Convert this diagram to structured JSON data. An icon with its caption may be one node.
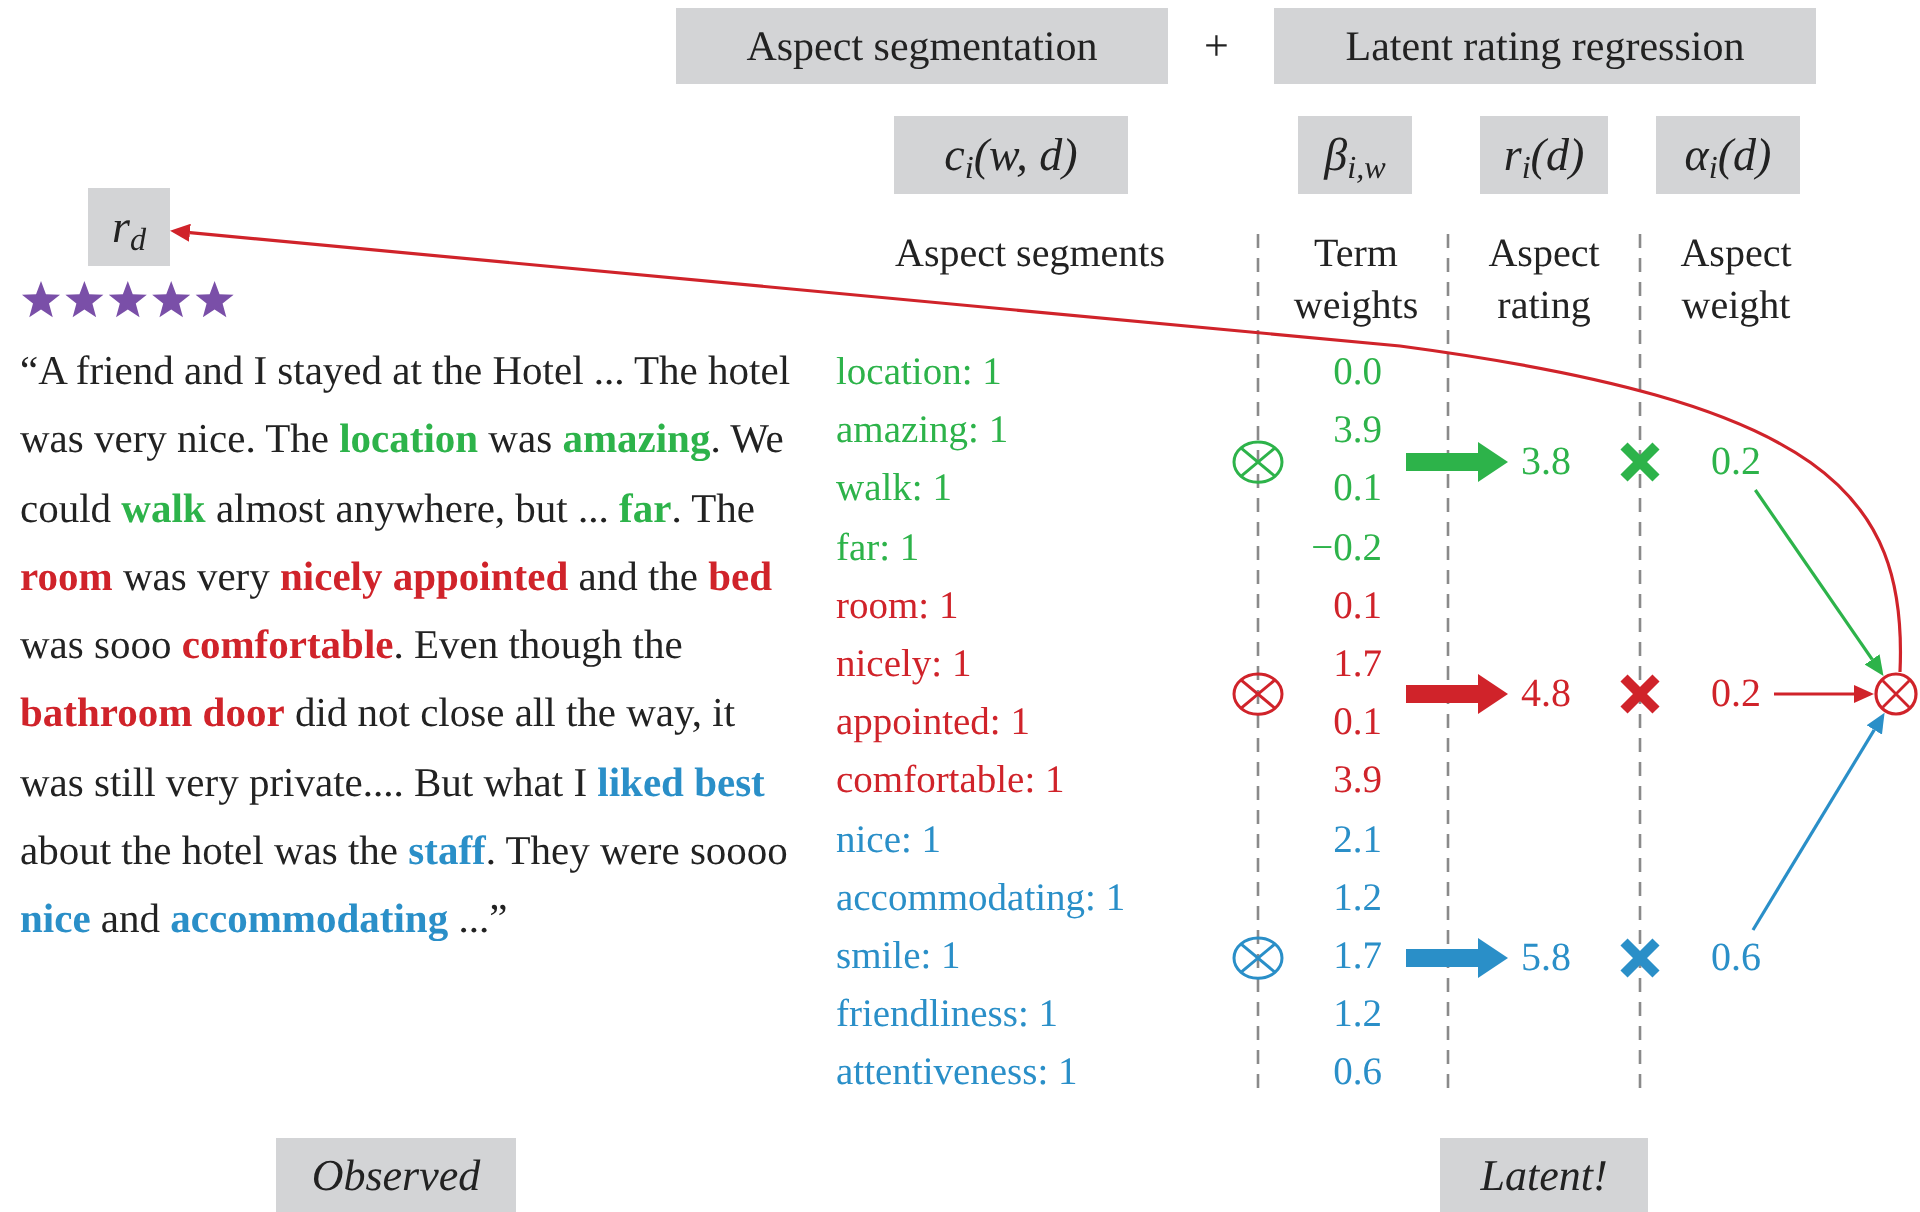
{
  "diagram": {
    "nodes": [
      {
        "text": [
          "Aspect segmentation"
        ]
      },
      {
        "text": [
          "Latent rating regression"
        ]
      },
      {
        "text": [
          "c$_{i}$(w, d)"
        ]
      },
      {
        "text": [
          "β$_{i,w}$"
        ]
      },
      {
        "text": [
          "r$_{i}$(d)"
        ]
      },
      {
        "text": [
          "α$_{i}$(d)"
        ]
      },
      {
        "text": [
          "r$_{d}$"
        ]
      },
      {
        "text": [
          "3.8"
        ]
      },
      {
        "text": [
          "0.2"
        ]
      },
      {
        "text": [
          "4.8"
        ]
      },
      {
        "text": [
          "0.2"
        ]
      },
      {
        "text": [
          "5.8"
        ]
      },
      {
        "text": [
          "0.6"
        ]
      },
      {
        "text": [],
        "shape": "circle"
      },
      {
        "text": [
          "Observed"
        ]
      },
      {
        "text": [
          "Latent!"
        ]
      }
    ],
    "edges": [
      {
        "from": null,
        "to": 7,
        "arrow": "to",
        "style": "thick",
        "color": "#2db34a"
      },
      {
        "from": null,
        "to": 9,
        "arrow": "to",
        "style": "thick",
        "color": "#d0232a"
      },
      {
        "from": null,
        "to": 11,
        "arrow": "to",
        "style": "thick",
        "color": "#2a8fc8"
      },
      {
        "from": 8,
        "to": 13,
        "arrow": "to",
        "color": "#2db34a"
      },
      {
        "from": 10,
        "to": 13,
        "arrow": "to",
        "color": "#d0232a"
      },
      {
        "from": 12,
        "to": 13,
        "arrow": "to",
        "color": "#2a8fc8"
      },
      {
        "from": 13,
        "to": 6,
        "arrow": "to",
        "color": "#d0232a"
      }
    ],
    "labels": [
      "+",
      "Aspect segments",
      "Term weights",
      "Aspect rating",
      "Aspect weight",
      "“A friend and I stayed at the Hotel ... The hotel was very nice. The **location** was **amazing**. We could **walk** almost anywhere, but ... **far**. The **room** was very **nicely appointed** and the **bed** was sooo **comfortable**. Even though the **bathroom door** did not close all the way, it was still very private.... But what I **liked best** about the hotel was the **staff**. They were soooo **nice** and **accommodating** ...”",
      "location: 1",
      "amazing: 1",
      "walk: 1",
      "far: 1",
      "room: 1",
      "nicely: 1",
      "appointed: 1",
      "comfortable: 1",
      "nice: 1",
      "accommodating: 1",
      "smile: 1",
      "friendliness: 1",
      "attentiveness: 1",
      "0.0",
      "3.9",
      "0.1",
      "−0.2",
      "0.1",
      "1.7",
      "0.1",
      "3.9",
      "2.1",
      "1.2",
      "1.7",
      "1.2",
      "0.6"
    ]
  }
}
